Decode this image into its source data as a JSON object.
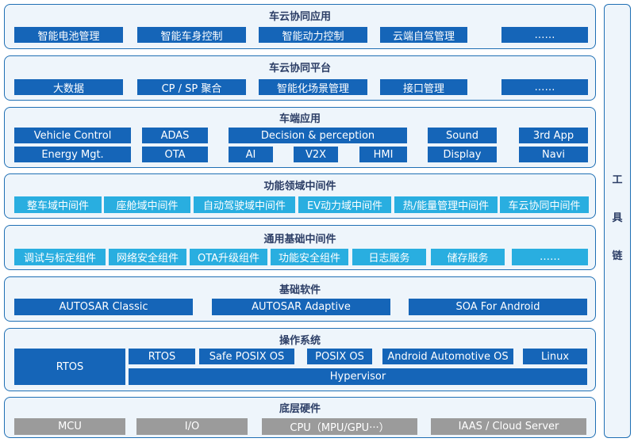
{
  "layers": {
    "app": {
      "title": "车云协同应用",
      "items": [
        "智能电池管理",
        "智能车身控制",
        "智能动力控制",
        "云端自驾管理",
        "……"
      ]
    },
    "platform": {
      "title": "车云协同平台",
      "items": [
        "大数据",
        "CP / SP 聚合",
        "智能化场景管理",
        "接口管理",
        "……"
      ]
    },
    "vehicle": {
      "title": "车端应用",
      "row1": [
        "Vehicle  Control",
        "ADAS",
        "Decision  &  perception",
        "Sound",
        "3rd  App"
      ],
      "row2": [
        "Energy  Mgt.",
        "OTA",
        "AI",
        "V2X",
        "HMI",
        "Display",
        "Navi"
      ]
    },
    "domain_mw": {
      "title": "功能领域中间件",
      "items": [
        "整车域中间件",
        "座舱域中间件",
        "自动驾驶域中间件",
        "EV动力域中间件",
        "热/能量管理中间件",
        "车云协同中间件"
      ]
    },
    "common_mw": {
      "title": "通用基础中间件",
      "items": [
        "调试与标定组件",
        "网络安全组件",
        "OTA升级组件",
        "功能安全组件",
        "日志服务",
        "储存服务",
        "……"
      ]
    },
    "base_sw": {
      "title": "基础软件",
      "items": [
        "AUTOSAR  Classic",
        "AUTOSAR  Adaptive",
        "SOA  For  Android"
      ]
    },
    "os": {
      "title": "操作系统",
      "rtos_left": "RTOS",
      "items": [
        "RTOS",
        "Safe  POSIX  OS",
        "POSIX  OS",
        "Android  Automotive  OS",
        "Linux"
      ],
      "hypervisor": "Hypervisor"
    },
    "hw": {
      "title": "底层硬件",
      "items": [
        "MCU",
        "I/O",
        "CPU（MPU/GPU···）",
        "IAAS  /  Cloud  Server"
      ]
    }
  },
  "toolchain": [
    "工",
    "具",
    "链"
  ]
}
